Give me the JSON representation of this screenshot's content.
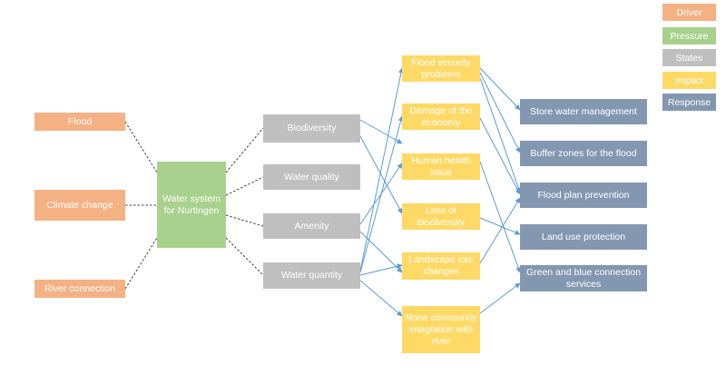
{
  "legend": [
    {
      "label": "Driver",
      "color": "#f4b183"
    },
    {
      "label": "Pressure",
      "color": "#a9d18e"
    },
    {
      "label": "States",
      "color": "#bfbfbf"
    },
    {
      "label": "Impact",
      "color": "#ffd966"
    },
    {
      "label": "Response",
      "color": "#8497b0"
    }
  ],
  "drivers": [
    "Flood",
    "Climate change",
    "River connection"
  ],
  "pressure": "Water system for Nurtingen",
  "states": [
    "Biodiversity",
    "Water quality",
    "Amenity",
    "Water quantity"
  ],
  "impacts": [
    "Flood security problems",
    "Damage of the economy",
    "Human health issue",
    "Loss of biodiversity",
    "Landscape use changes",
    "None community integration with river"
  ],
  "responses": [
    "Store water management",
    "Buffer zones for the flood",
    "Flood plan prevention",
    "Land use protection",
    "Green and blue connection services"
  ]
}
